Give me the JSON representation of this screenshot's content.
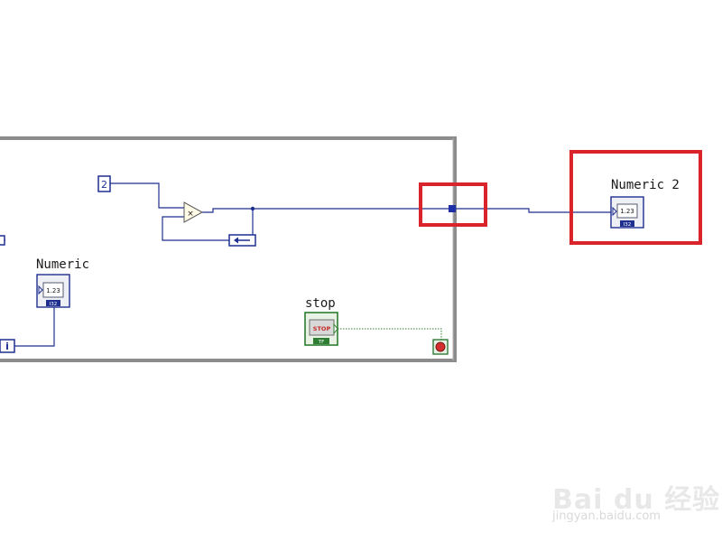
{
  "block_diagram": {
    "constant_value": "2",
    "multiply_symbol": "×",
    "numeric_indicator": {
      "label": "Numeric",
      "value": "1.23",
      "type": "I32"
    },
    "numeric2_indicator": {
      "label": "Numeric 2",
      "value": "1.23",
      "type": "I32"
    },
    "stop_control": {
      "label": "stop",
      "button_text": "STOP",
      "type": "TF"
    },
    "iteration_terminal": "i"
  },
  "watermark": {
    "brand": "Bai du 经验",
    "url": "jingyan.baidu.com"
  },
  "colors": {
    "wire_numeric": "#1f2f8f",
    "wire_boolean": "#2e7d32",
    "loop_frame": "#8c8c8c",
    "highlight": "#d9242b"
  }
}
